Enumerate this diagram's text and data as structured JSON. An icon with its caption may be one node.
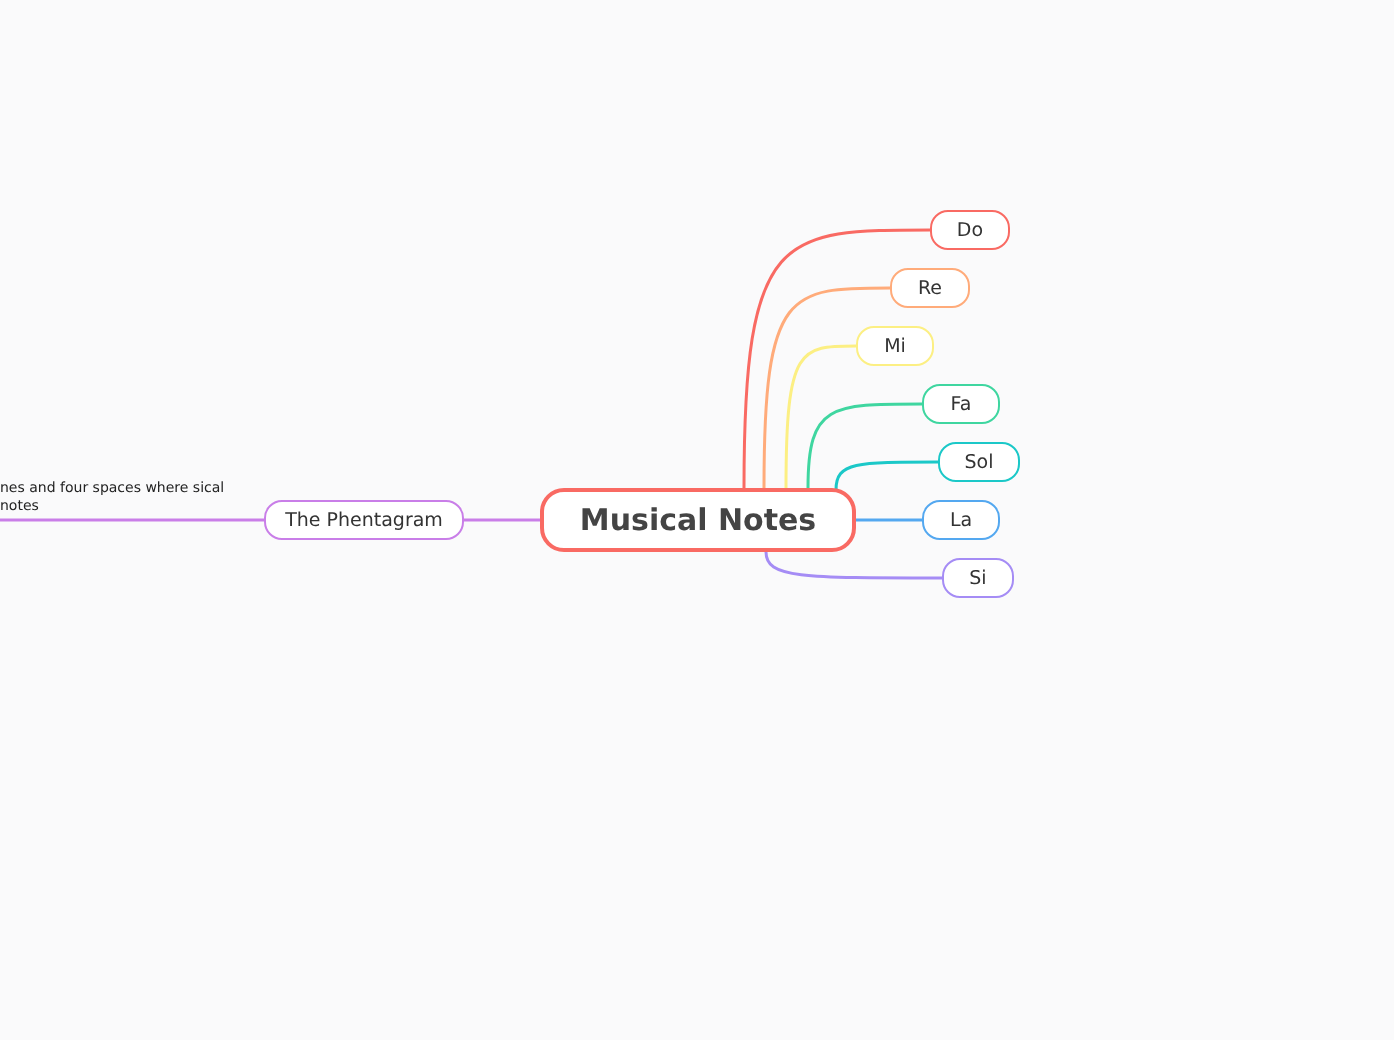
{
  "diagram": {
    "nodes": [
      {
        "text": [
          "Musical Notes"
        ]
      },
      {
        "text": [
          "Do"
        ]
      },
      {
        "text": [
          "Re"
        ]
      },
      {
        "text": [
          "Mi"
        ]
      },
      {
        "text": [
          "Fa"
        ]
      },
      {
        "text": [
          "Sol"
        ]
      },
      {
        "text": [
          "La"
        ]
      },
      {
        "text": [
          "Si"
        ]
      },
      {
        "text": [
          "The Phentagram"
        ]
      },
      {
        "text": [
          "nes and four spaces where sical notes"
        ]
      }
    ],
    "edges": [
      {
        "from": 0,
        "to": 1,
        "arrow": "none",
        "color": "#f96a63"
      },
      {
        "from": 0,
        "to": 2,
        "arrow": "none",
        "color": "#ffab7a"
      },
      {
        "from": 0,
        "to": 3,
        "arrow": "none",
        "color": "#fcef83"
      },
      {
        "from": 0,
        "to": 4,
        "arrow": "none",
        "color": "#3fd6a0"
      },
      {
        "from": 0,
        "to": 5,
        "arrow": "none",
        "color": "#1bc8c8"
      },
      {
        "from": 0,
        "to": 6,
        "arrow": "none",
        "color": "#54a8f0"
      },
      {
        "from": 0,
        "to": 7,
        "arrow": "none",
        "color": "#a58cf5"
      },
      {
        "from": 0,
        "to": 8,
        "arrow": "none",
        "color": "#c97ee8"
      },
      {
        "from": 8,
        "to": 9,
        "arrow": "none",
        "color": "#c97ee8"
      }
    ]
  }
}
